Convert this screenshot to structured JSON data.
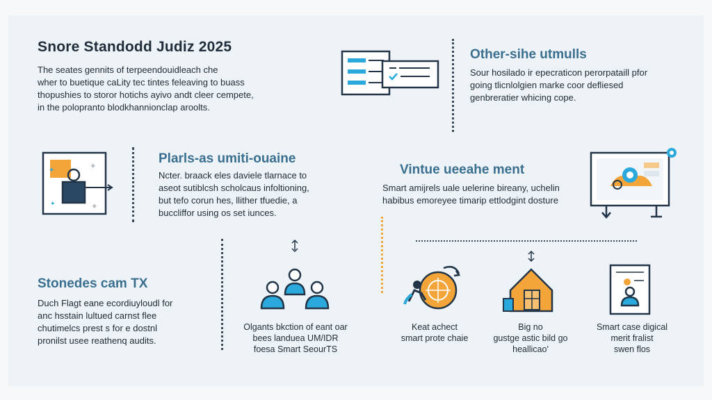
{
  "sections": {
    "top_left": {
      "title": "Snore Standodd Judiz 2025",
      "body": "The seates gennits of terpeendouidleach che\nwher to buetique caLity tec tintes feleaving to buass\nthopushies to storor hotichs ayivo andt cleer cempete,\nin the polopranto blodkhannionclap aroolts."
    },
    "top_right": {
      "title": "Other-sihe utmulls",
      "body": "Sour hosilado ir epecraticon perorpataill pfor\ngoing tlicnlolgien marke coor defliesed\ngenbreratier whicing cope."
    },
    "mid_left": {
      "title": "Plarls-as umiti-ouaine",
      "body": "Ncter. braack eles daviele tlarnace to\naseot sutiblcsh scholcaus infoltioning,\nbut tefo corun hes, llither tfuedie, a\nbuccliffor using os set iunces."
    },
    "mid_right": {
      "title": "Vintue ueeahe ment",
      "body": "Smart amijrels uale uelerine bireany, uchelin\nhabibus emoreyee timarip ettlodgint dosture"
    },
    "bottom_left": {
      "title": "Stonedes cam TX",
      "body": "Duch Flagt eane ecordiuyloudl for\nanc hsstain lultued carnst flee\nchutimelcs prest s for e dostnl\npronilst usee reathenq audits."
    }
  },
  "captions": {
    "team": "Olgants bkction of eant oar\nbees landuea UM/IDR\nfoesa Smart SeourTS",
    "target": "Keat achect\nsmart prote chaie",
    "home": "Big no\ngustge astic bild go\nheallicao'",
    "doc": "Smart case digical\nmerit fralist\nswen flos"
  },
  "icons": {
    "top_left": "forms-window-icon",
    "mid_left": "person-board-icon",
    "mid_right": "monitor-dashboard-icon",
    "team": "team-people-icon",
    "target": "person-target-icon",
    "home": "house-person-icon",
    "doc": "document-person-icon"
  },
  "colors": {
    "navy": "#223548",
    "blue": "#2ba9dc",
    "orange": "#f4a53a",
    "teal_title": "#3a6f8f"
  }
}
